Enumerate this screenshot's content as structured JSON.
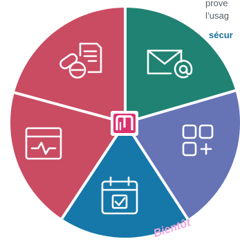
{
  "corner_text": {
    "line1": "prove",
    "line2": "l’usag",
    "line3": "sécur"
  },
  "badge": {
    "label": "Bientôt"
  },
  "center_logo": {
    "letter": "m"
  },
  "segments": [
    {
      "name": "pills-document-segment",
      "color": "#c94c63",
      "icon": "pills-document-icon"
    },
    {
      "name": "mail-segment",
      "color": "#1f8272",
      "icon": "mail-at-icon"
    },
    {
      "name": "apps-add-segment",
      "color": "#6674b6",
      "icon": "apps-add-icon"
    },
    {
      "name": "calendar-segment",
      "color": "#1678a9",
      "icon": "calendar-check-icon"
    },
    {
      "name": "monitor-segment",
      "color": "#c94c63",
      "icon": "monitor-pulse-icon"
    }
  ],
  "colors": {
    "logo_bg": "#d9336e",
    "divider": "#ffffff",
    "badge_text": "#f1a7df"
  }
}
